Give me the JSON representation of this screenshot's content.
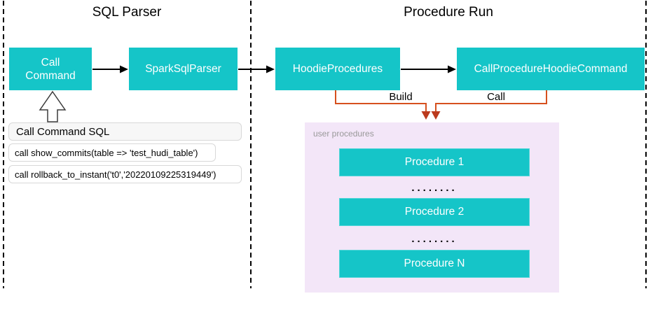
{
  "panels": {
    "sql_parser": {
      "title": "SQL Parser"
    },
    "procedure_run": {
      "title": "Procedure Run"
    }
  },
  "nodes": {
    "call_command": {
      "line1": "Call",
      "line2": "Command"
    },
    "spark_sql_parser": "SparkSqlParser",
    "hoodie_procedures": "HoodieProcedures",
    "call_procedure_hoodie_command": "CallProcedureHoodieCommand"
  },
  "edges": {
    "build_label": "Build",
    "call_label": "Call"
  },
  "sql_card": {
    "header": "Call Command SQL",
    "rows": [
      "call show_commits(table => 'test_hudi_table')",
      "call rollback_to_instant('t0','20220109225319449')"
    ]
  },
  "user_procedures": {
    "label": "user procedures",
    "items": [
      "Procedure 1",
      "Procedure 2",
      "Procedure N"
    ],
    "ellipsis": "........"
  },
  "colors": {
    "node_fill": "#15C5C8",
    "node_text": "#FFFFFF",
    "procedure_border": "#52D6D8",
    "connector_orange": "#D6501E",
    "arrowhead_red": "#BB3A1E",
    "panel_purple": "#F3E6F8",
    "muted_label": "#999999",
    "card_header_bg": "#F7F7F7",
    "card_border": "#D8D8D8",
    "arrow_black": "#000000"
  }
}
